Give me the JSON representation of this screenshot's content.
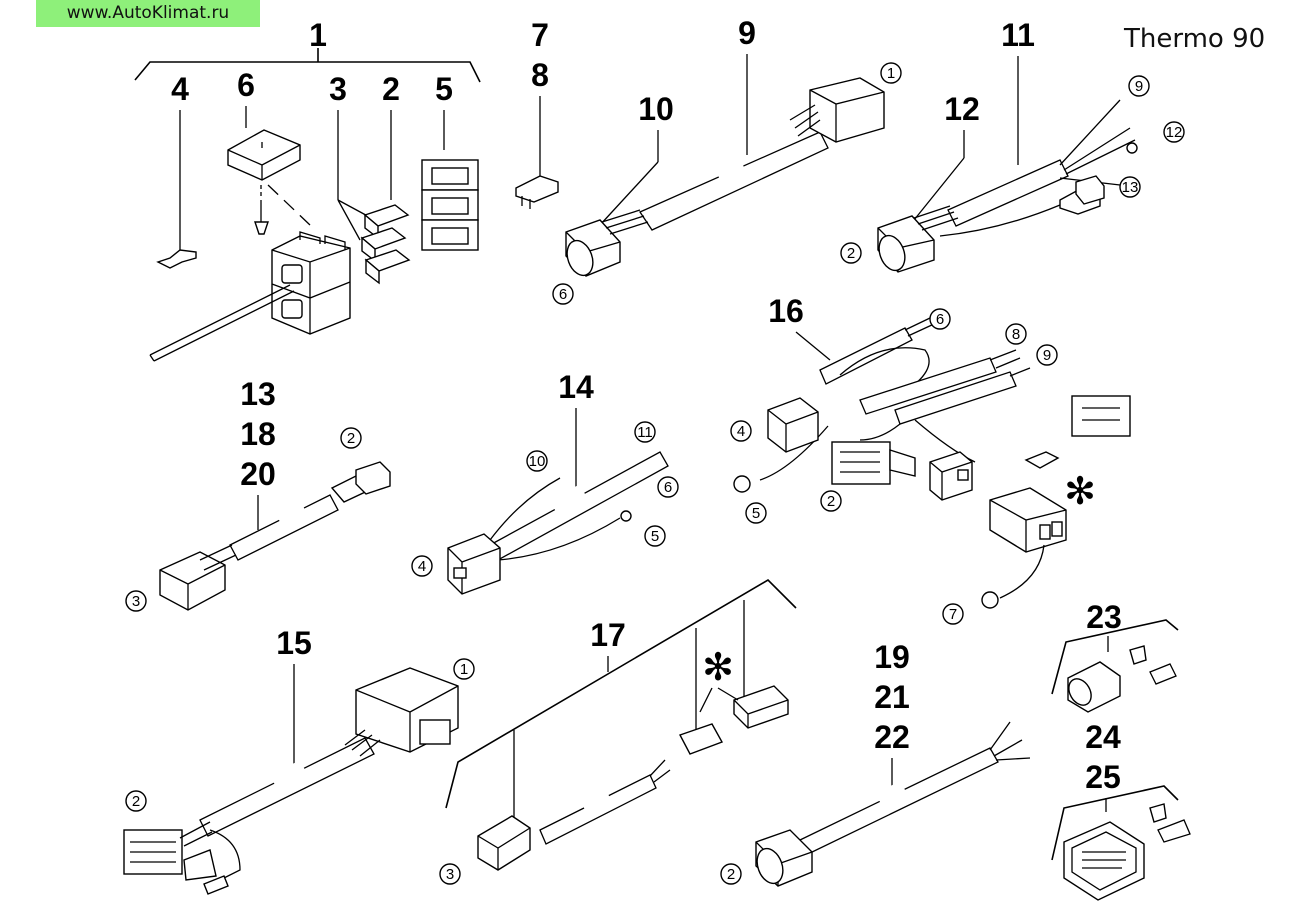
{
  "watermark": "www.AutoKlimat.ru",
  "title": "Thermo 90",
  "part_numbers": {
    "p1": "1",
    "p2": "2",
    "p3": "3",
    "p4": "4",
    "p5": "5",
    "p6": "6",
    "p7": "7",
    "p8": "8",
    "p9": "9",
    "p10": "10",
    "p11": "11",
    "p12": "12",
    "p13": "13",
    "p14": "14",
    "p15": "15",
    "p16": "16",
    "p17": "17",
    "p18": "18",
    "p19": "19",
    "p20": "20",
    "p21": "21",
    "p22": "22",
    "p23": "23",
    "p24": "24",
    "p25": "25"
  },
  "circle_labels": {
    "c1": "1",
    "c2": "2",
    "c3": "3",
    "c4": "4",
    "c5": "5",
    "c6": "6",
    "c7": "7",
    "c8": "8",
    "c9": "9",
    "c10": "10",
    "c11": "11",
    "c12": "12",
    "c13": "13"
  },
  "asterisk": "✻"
}
